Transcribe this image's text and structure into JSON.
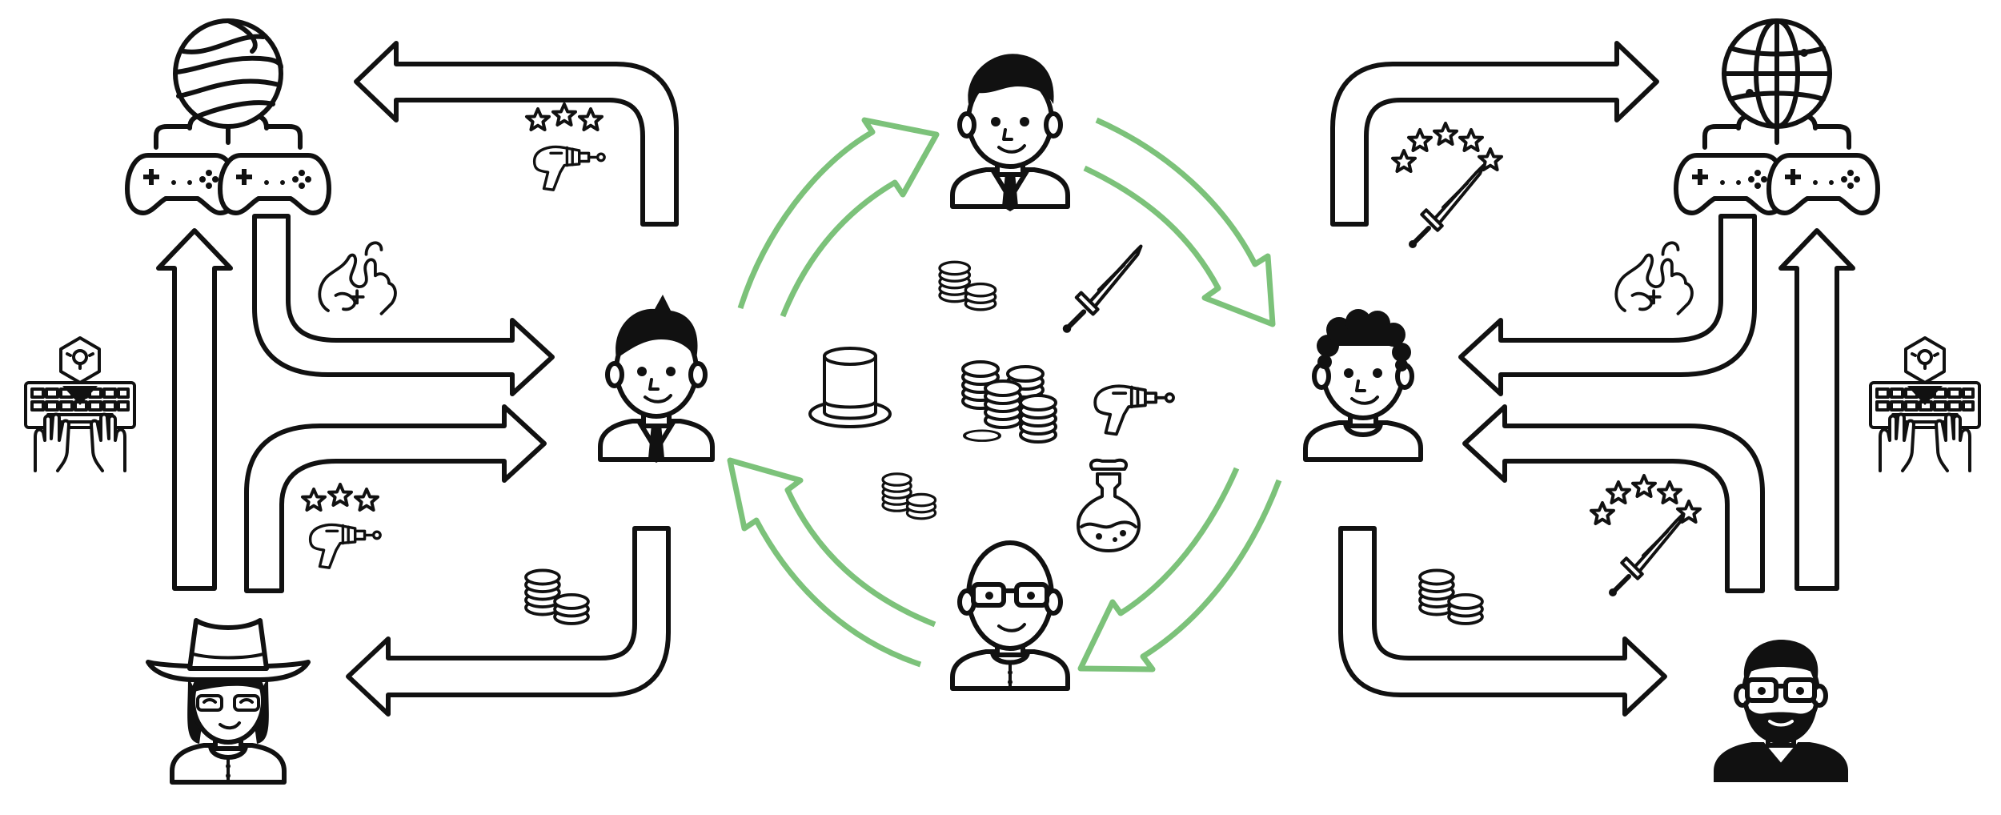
{
  "colors": {
    "outline": "#111111",
    "cycle_green": "#7cc27a",
    "background": "#ffffff"
  },
  "icons": [
    "planet-icon",
    "globe-icon",
    "gamepad-icon",
    "ray-gun-icon",
    "sword-icon",
    "coins-icon",
    "top-hat-icon",
    "potion-icon",
    "star-rating-icon",
    "developer-keyboard-icon",
    "hand-sign-icon",
    "person-avatar-icon"
  ],
  "cycle": {
    "participants": 4,
    "items_in_center": [
      "coins",
      "sword",
      "top-hat",
      "coin-stack",
      "ray-gun",
      "coins",
      "potion"
    ]
  }
}
